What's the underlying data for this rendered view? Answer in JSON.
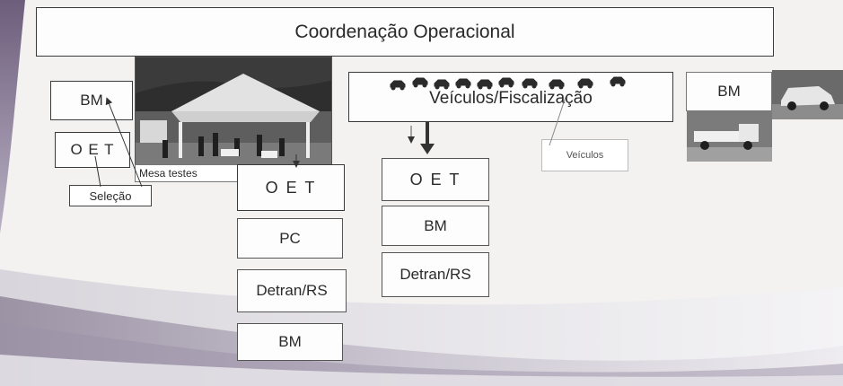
{
  "title": "Coordenação Operacional",
  "left_group": {
    "bm": "BM",
    "oet": "O E T",
    "photo_caption": "Mesa testes",
    "selection_label": "Seleção"
  },
  "center_column": [
    "O E T",
    "PC",
    "Detran/RS",
    "BM"
  ],
  "vehicles_group": {
    "title": "Veículos/Fiscalização",
    "stack": [
      "O E T",
      "BM",
      "Detran/RS"
    ],
    "note": "Veículos"
  },
  "right_group": {
    "bm": "BM"
  },
  "colors": {
    "background": "#f3f2f1",
    "box_border": "#3a3a3a",
    "swoosh_dark": "#7a6a86",
    "swoosh_light": "#c9c6d2"
  },
  "icons": [
    "car-icon",
    "arrow-down-icon",
    "photo-tent",
    "photo-tow-truck"
  ]
}
